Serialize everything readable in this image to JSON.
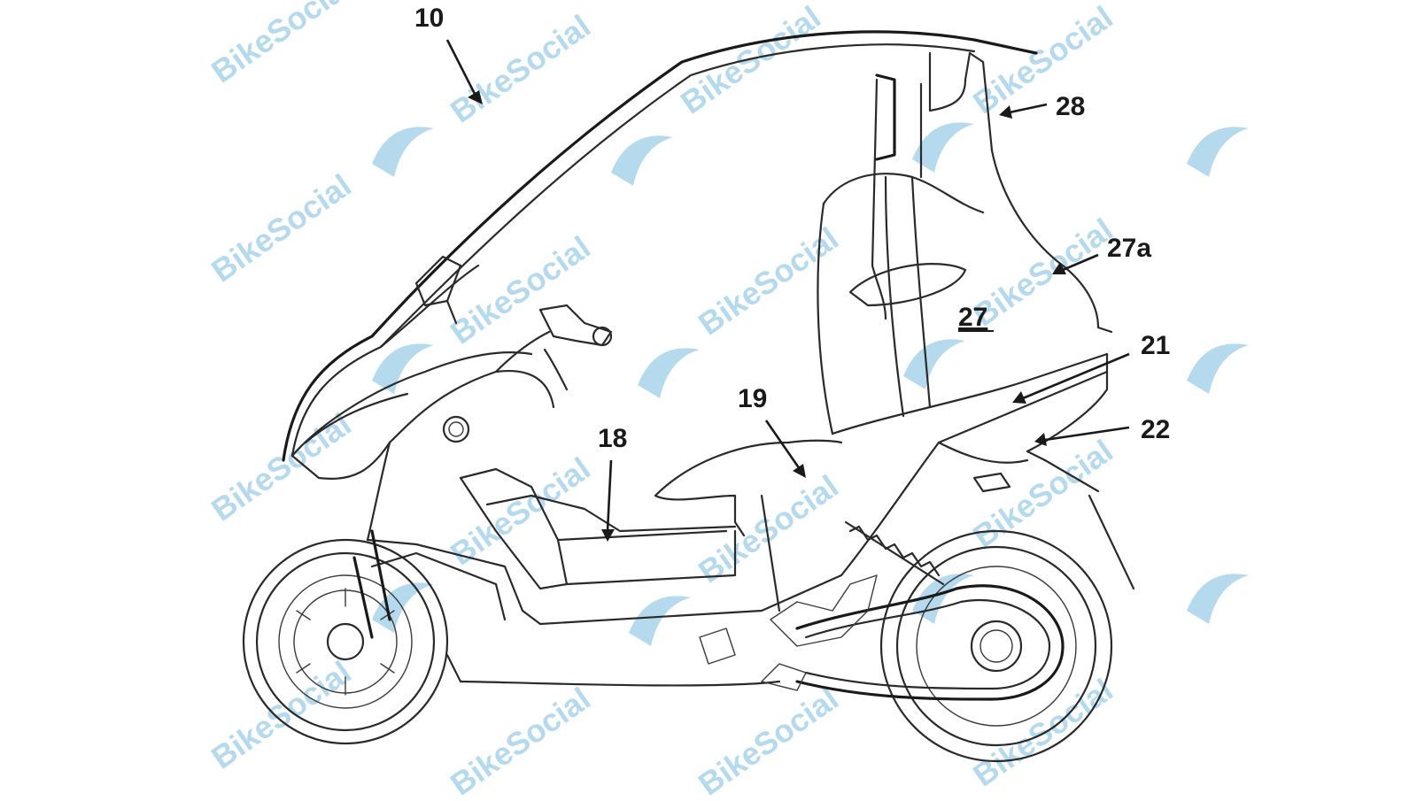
{
  "figure": {
    "reference_numerals": [
      {
        "id": "ref-10",
        "label": "10"
      },
      {
        "id": "ref-28",
        "label": "28"
      },
      {
        "id": "ref-27a",
        "label": "27a"
      },
      {
        "id": "ref-27",
        "label": "27"
      },
      {
        "id": "ref-21",
        "label": "21"
      },
      {
        "id": "ref-22",
        "label": "22"
      },
      {
        "id": "ref-19",
        "label": "19"
      },
      {
        "id": "ref-18",
        "label": "18"
      }
    ]
  },
  "watermark": {
    "text": "BikeSocial",
    "color": "#a9d4ea"
  },
  "colors": {
    "line": "#2a2a2a",
    "background": "#ffffff"
  }
}
